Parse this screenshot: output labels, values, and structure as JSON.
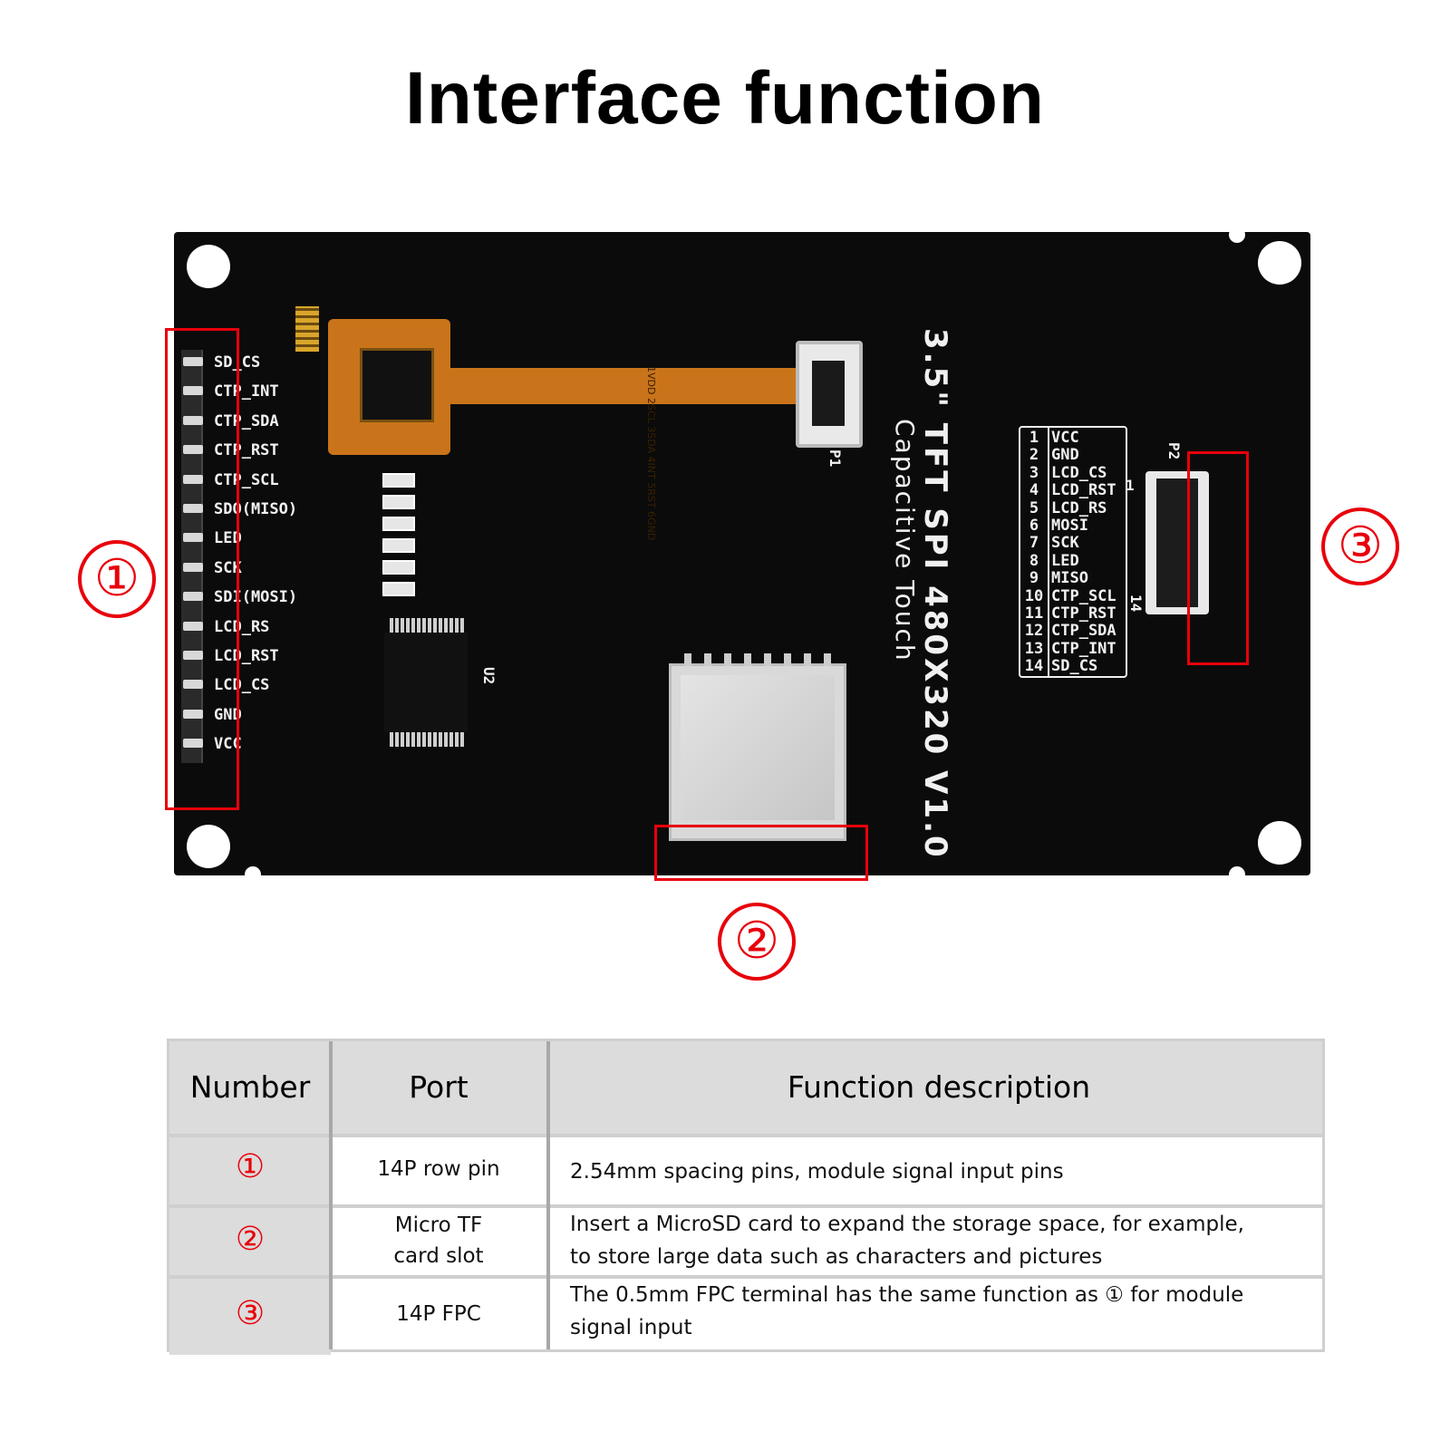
{
  "title": "Interface function",
  "board": {
    "pin_labels": [
      "SD_CS",
      "CTP_INT",
      "CTP_SDA",
      "CTP_RST",
      "CTP_SCL",
      "SDO(MISO)",
      "LED",
      "SCK",
      "SDI(MOSI)",
      "LCD_RS",
      "LCD_RST",
      "LCD_CS",
      "GND",
      "VCC"
    ],
    "model_line": "3.5\" TFT SPI 480X320 V1.0",
    "model_sub": "Capacitive Touch",
    "flex_text": "1VDD 2SCL 3SDA 4INT 5RST 6GND",
    "connector_p1_label": "P1",
    "connector_p2_label": "P2",
    "fpc_pin_first": "1",
    "fpc_pin_last": "14",
    "chip_u2_label": "U2",
    "pin_table": [
      {
        "num": "1",
        "name": "VCC"
      },
      {
        "num": "2",
        "name": "GND"
      },
      {
        "num": "3",
        "name": "LCD_CS"
      },
      {
        "num": "4",
        "name": "LCD_RST"
      },
      {
        "num": "5",
        "name": "LCD_RS"
      },
      {
        "num": "6",
        "name": "MOSI"
      },
      {
        "num": "7",
        "name": "SCK"
      },
      {
        "num": "8",
        "name": "LED"
      },
      {
        "num": "9",
        "name": "MISO"
      },
      {
        "num": "10",
        "name": "CTP_SCL"
      },
      {
        "num": "11",
        "name": "CTP_RST"
      },
      {
        "num": "12",
        "name": "CTP_SDA"
      },
      {
        "num": "13",
        "name": "CTP_INT"
      },
      {
        "num": "14",
        "name": "SD_CS"
      }
    ]
  },
  "callouts": [
    "①",
    "②",
    "③"
  ],
  "table": {
    "headers": [
      "Number",
      "Port",
      "Function description"
    ],
    "rows": [
      {
        "number": "①",
        "port": "14P row pin",
        "port2": "",
        "desc": "2.54mm spacing pins, module signal input pins",
        "desc2": ""
      },
      {
        "number": "②",
        "port": "Micro TF",
        "port2": "card slot",
        "desc": "Insert a MicroSD card to expand the storage space, for example,",
        "desc2": "to store large data such as characters and pictures"
      },
      {
        "number": "③",
        "port": "14P FPC",
        "port2": "",
        "desc": "The 0.5mm FPC terminal has the same function as ① for module",
        "desc2": "signal input"
      }
    ]
  },
  "colors": {
    "accent_red": "#e8000b",
    "pcb": "#0b0b0b",
    "header_gray": "#dcdcdc"
  }
}
